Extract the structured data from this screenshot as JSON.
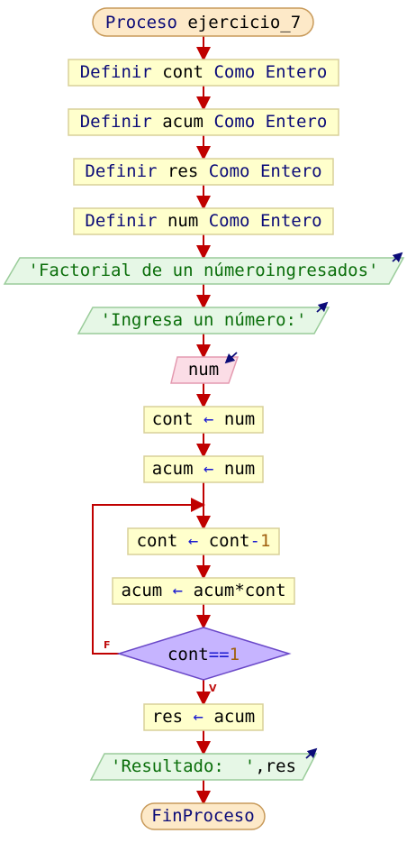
{
  "flowchart": {
    "start": {
      "kw": "Proceso",
      "name": "ejercicio_7"
    },
    "def_kw": "Definir",
    "como_kw": "Como",
    "tipo_kw": "Entero",
    "definitions": [
      "cont",
      "acum",
      "res",
      "num"
    ],
    "out_title": "'Factorial de un númeroingresados'",
    "out_prompt": "'Ingresa un número:'",
    "input_var": "num",
    "assign_arrow": "←",
    "assign1": {
      "lhs": "cont",
      "rhs": "num"
    },
    "assign2": {
      "lhs": "acum",
      "rhs": "num"
    },
    "loop_assign1": {
      "lhs": "cont",
      "rhs_var": "cont",
      "rhs_op": "-",
      "rhs_num": "1"
    },
    "loop_assign2": {
      "lhs": "acum",
      "rhs": "acum*cont"
    },
    "condition": {
      "var": "cont",
      "op": "==",
      "num": "1"
    },
    "false_label": "F",
    "true_label": "V",
    "assign3": {
      "lhs": "res",
      "rhs": "acum"
    },
    "out_result": {
      "str": "'Resultado:  '",
      "rest": ",res"
    },
    "end": "FinProceso"
  },
  "colors": {
    "flow_line": "#c00000",
    "process_fill": "#ffffcc",
    "process_border": "#d8d09a",
    "output_fill": "#e6f7e6",
    "output_border": "#9acc9a",
    "input_fill": "#fbdde6",
    "input_border": "#e49ab0",
    "decision_fill": "#c6b4ff",
    "decision_border": "#6a48c8",
    "terminal_fill": "#fde9c8",
    "terminal_border": "#c89a5a"
  }
}
